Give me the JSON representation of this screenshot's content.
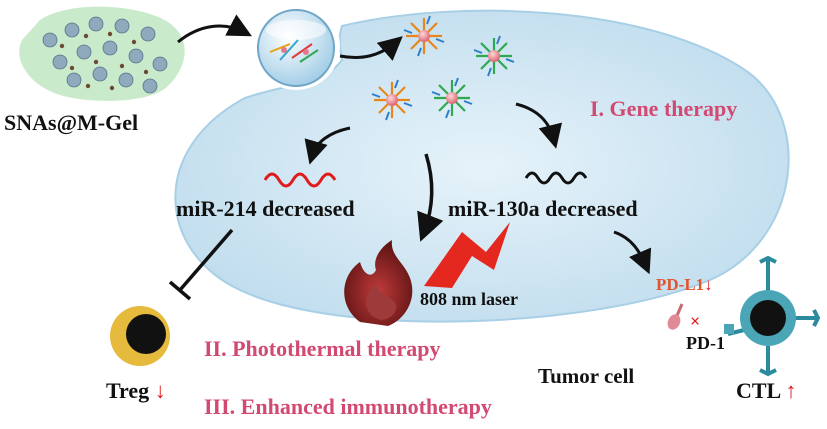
{
  "labels": {
    "snas": "SNAs@M-Gel",
    "gene_therapy": "I. Gene therapy",
    "mir214": "miR-214 decreased",
    "mir130a": "miR-130a decreased",
    "laser": "808 nm laser",
    "pdl1": "PD-L1",
    "pd1": "PD-1",
    "times": "×",
    "photothermal": "II. Photothermal therapy",
    "immunotherapy": "III. Enhanced immunotherapy",
    "tumor_cell": "Tumor cell",
    "treg": "Treg",
    "ctl": "CTL",
    "down_arrow": "↓",
    "up_arrow": "↑"
  },
  "colors": {
    "cell_fill": "#cfe6f3",
    "cell_stroke": "#9cc9e4",
    "pink_text": "#d24a72",
    "red": "#e01b1b",
    "orange_text": "#e2542b",
    "treg_ring": "#e5ba3d",
    "ctl_body": "#4aa6b7",
    "flame": "#7a1f1f"
  },
  "icons": [
    "gel-cluster-icon",
    "vesicle-icon",
    "sna-icon",
    "wavy-mirna-icon",
    "flame-icon",
    "lightning-icon",
    "treg-cell-icon",
    "ctl-cell-icon",
    "inhibition-icon"
  ]
}
